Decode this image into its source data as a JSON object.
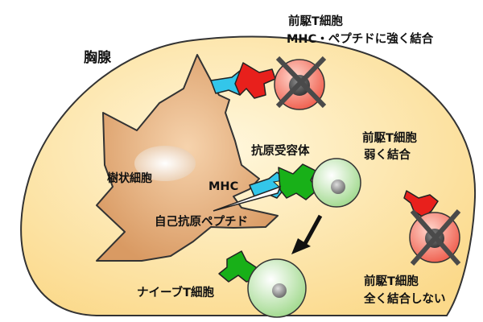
{
  "labels": {
    "thymus": "胸腺",
    "dendritic_cell": "樹状細胞",
    "mhc": "MHC",
    "antigen_receptor": "抗原受容体",
    "self_peptide": "自己抗原ペプチド",
    "naive_t_cell": "ナイーブT細胞",
    "strong_title": "前駆T細胞",
    "strong_desc": "MHC・ペプチドに強く結合",
    "weak_title": "前駆T細胞",
    "weak_desc": "弱く結合",
    "none_title": "前駆T細胞",
    "none_desc": "全く結合しない"
  },
  "colors": {
    "thymus_fill": "#fde8b0",
    "dendritic_cell_fill": "#e8b88a",
    "mhc_cyan": "#33c6ea",
    "receptor_red": "#e8201c",
    "receptor_green": "#18b018",
    "dying_cell_red": "#f07060",
    "tcell_green": "#c8eab0",
    "cross_gray": "#555555"
  }
}
